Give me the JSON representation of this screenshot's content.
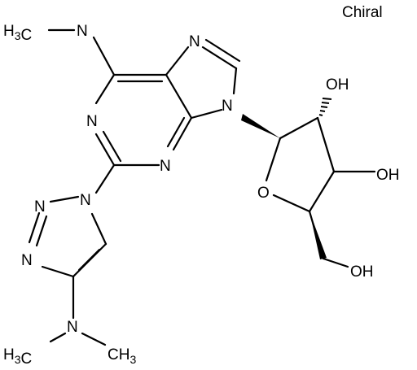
{
  "stereo_label": "Chiral",
  "atoms": {
    "h3c_top": "H3C",
    "nh_top": "N",
    "n_purine_top": "N",
    "n9": "N",
    "n1": "N",
    "n3": "N",
    "n_triazole_1": "N",
    "n_triazole_2": "N",
    "n_triazole_3": "N",
    "n_dimethyl": "N",
    "h3c_bottom": "H3C",
    "ch3_bottom": "CH3",
    "o_ring": "O",
    "oh_2": "OH",
    "oh_3": "OH",
    "oh_5": "OH"
  }
}
